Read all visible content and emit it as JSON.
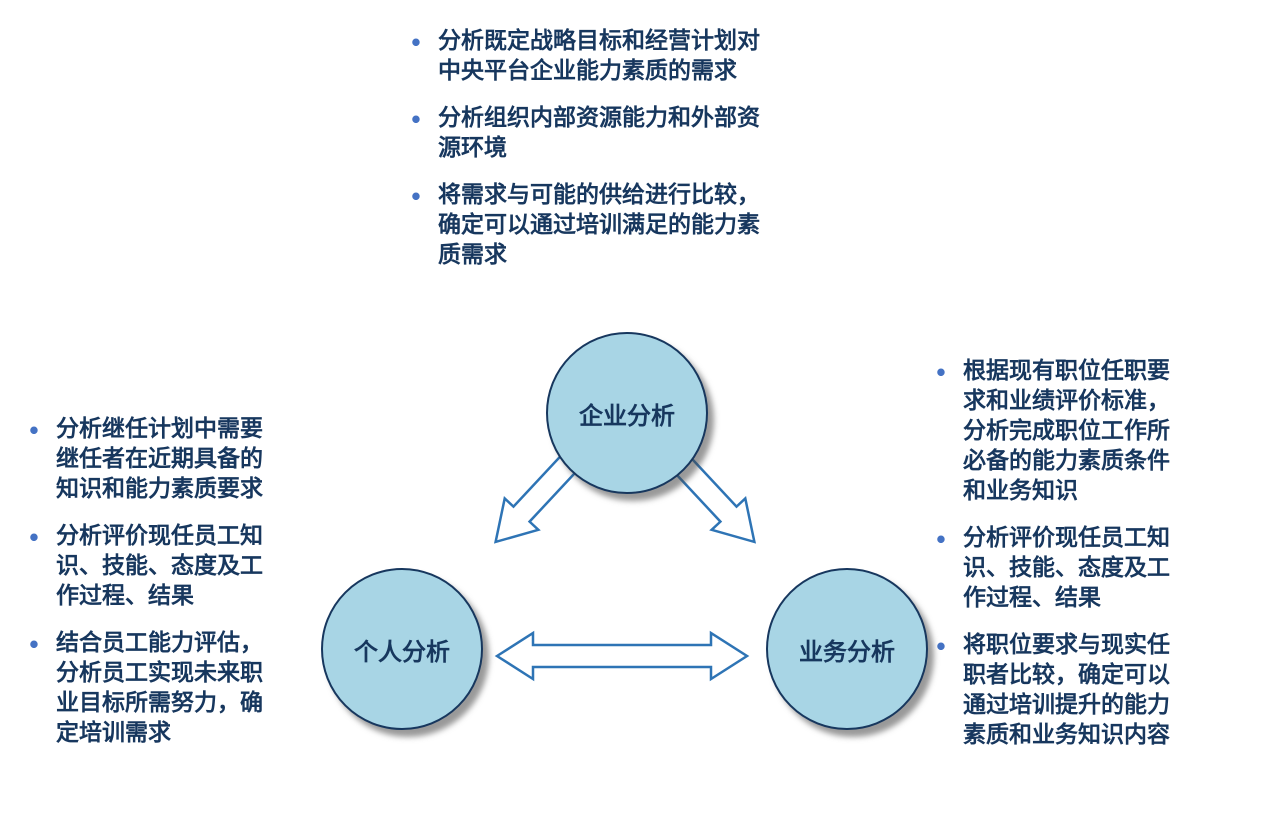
{
  "diagram": {
    "title_hint": "training-needs-analysis-triangle",
    "nodes": {
      "enterprise": "企业分析",
      "personal": "个人分析",
      "business": "业务分析"
    },
    "bullets": {
      "glyph": "•",
      "top": [
        "分析既定战略目标和经营计划对中央平台企业能力素质的需求",
        "分析组织内部资源能力和外部资源环境",
        "将需求与可能的供给进行比较，确定可以通过培训满足的能力素质需求"
      ],
      "left": [
        "分析继任计划中需要继任者在近期具备的知识和能力素质要求",
        "分析评价现任员工知识、技能、态度及工作过程、结果",
        "结合员工能力评估，分析员工实现未来职业目标所需努力，确定培训需求"
      ],
      "right": [
        "根据现有职位任职要求和业绩评价标准，分析完成职位工作所必备的能力素质条件和业务知识",
        "分析评价现任员工知识、技能、态度及工作过程、结果",
        "将职位要求与现实任职者比较，确定可以通过培训提升的能力素质和业务知识内容"
      ]
    },
    "colors": {
      "circle_fill": "#a8d5e5",
      "circle_border": "#17375e",
      "text": "#17375e",
      "arrow_outline": "#2e74b5",
      "bullet_marker": "#4472c4",
      "background": "#ffffff"
    }
  }
}
